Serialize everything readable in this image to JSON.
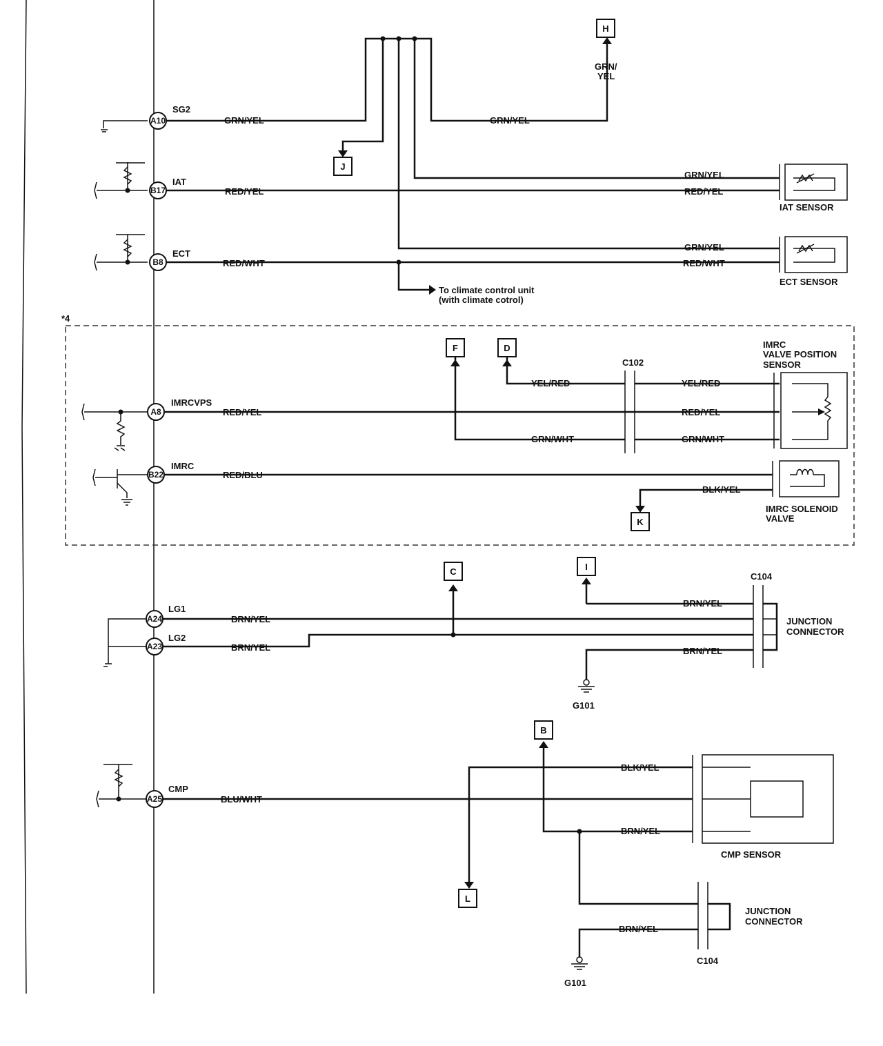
{
  "ecm_pins": [
    {
      "pin": "A10",
      "signal": "SG2"
    },
    {
      "pin": "B17",
      "signal": "IAT"
    },
    {
      "pin": "B8",
      "signal": "ECT"
    },
    {
      "pin": "A8",
      "signal": "IMRCVPS"
    },
    {
      "pin": "B22",
      "signal": "IMRC"
    },
    {
      "pin": "A24",
      "signal": "LG1"
    },
    {
      "pin": "A23",
      "signal": "LG2"
    },
    {
      "pin": "A25",
      "signal": "CMP"
    }
  ],
  "wires": {
    "grn_yel": "GRN/YEL",
    "grn_yel_stack_1": "GRN/",
    "grn_yel_stack_2": "YEL",
    "red_yel": "RED/YEL",
    "red_wht": "RED/WHT",
    "yel_red": "YEL/RED",
    "grn_wht": "GRN/WHT",
    "red_blu": "RED/BLU",
    "blk_yel": "BLK/YEL",
    "brn_yel": "BRN/YEL",
    "blu_wht": "BLU/WHT"
  },
  "refs": [
    "H",
    "J",
    "F",
    "D",
    "K",
    "C",
    "I",
    "B",
    "L"
  ],
  "components": {
    "iat_sensor": "IAT SENSOR",
    "ect_sensor": "ECT SENSOR",
    "imrc_vps_1": "IMRC",
    "imrc_vps_2": "VALVE POSITION",
    "imrc_vps_3": "SENSOR",
    "imrc_sol_1": "IMRC SOLENOID",
    "imrc_sol_2": "VALVE",
    "junction_1": "JUNCTION",
    "junction_2": "CONNECTOR",
    "cmp_sensor": "CMP SENSOR"
  },
  "connectors": {
    "c102": "C102",
    "c104": "C104"
  },
  "grounds": {
    "g101": "G101"
  },
  "notes": {
    "climate_1": "To climate control unit",
    "climate_2": "(with climate cotrol)",
    "option_mark": "*4"
  }
}
